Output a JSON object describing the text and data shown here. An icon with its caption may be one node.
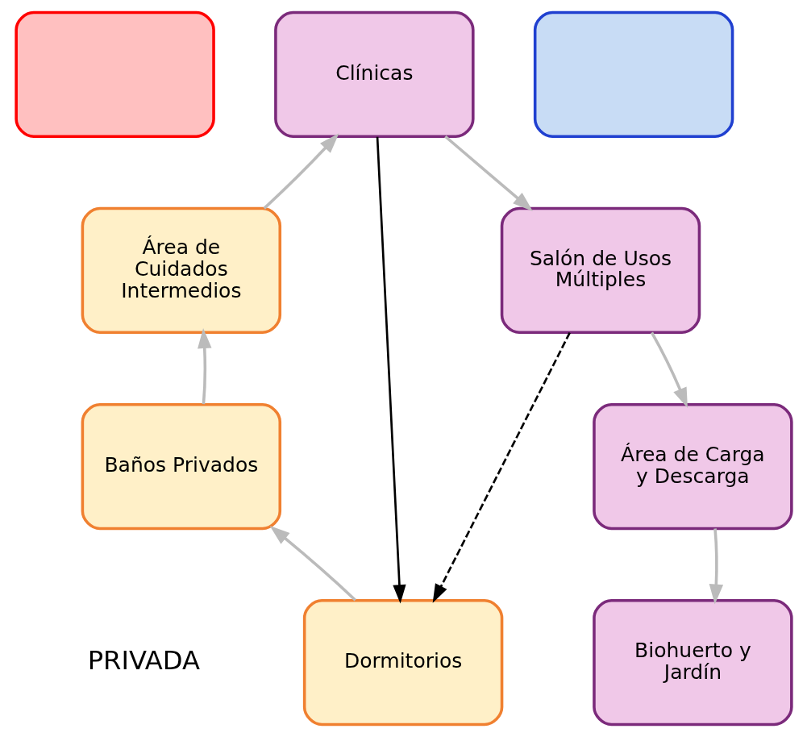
{
  "diagram": {
    "nodes": [
      {
        "text": [],
        "shape": "box"
      },
      {
        "text": [],
        "shape": "box"
      },
      {
        "text": [
          "Clínicas"
        ]
      },
      {
        "text": [
          "Salón de Usos Múltiples"
        ]
      },
      {
        "text": [
          "Área de Carga y Descarga"
        ]
      },
      {
        "text": [
          "Biohuerto y Jardín"
        ]
      },
      {
        "text": [
          "Dormitorios"
        ]
      },
      {
        "text": [
          "Baños Privados"
        ]
      },
      {
        "text": [
          "Área de Cuidados Intermedios"
        ]
      }
    ],
    "edges": [
      {
        "from": 2,
        "to": 3,
        "arrow": "to"
      },
      {
        "from": 3,
        "to": 4,
        "arrow": "to"
      },
      {
        "from": 4,
        "to": 5,
        "arrow": "to"
      },
      {
        "from": 6,
        "to": 7,
        "arrow": "to"
      },
      {
        "from": 7,
        "to": 8,
        "arrow": "to"
      },
      {
        "from": 8,
        "to": 2,
        "arrow": "to"
      },
      {
        "from": 2,
        "to": 6,
        "arrow": "to",
        "color": "#000000"
      },
      {
        "from": 3,
        "to": 6,
        "arrow": "to",
        "style": "dashed",
        "color": "#000000"
      }
    ],
    "labels": [
      "PRIVADA"
    ]
  }
}
